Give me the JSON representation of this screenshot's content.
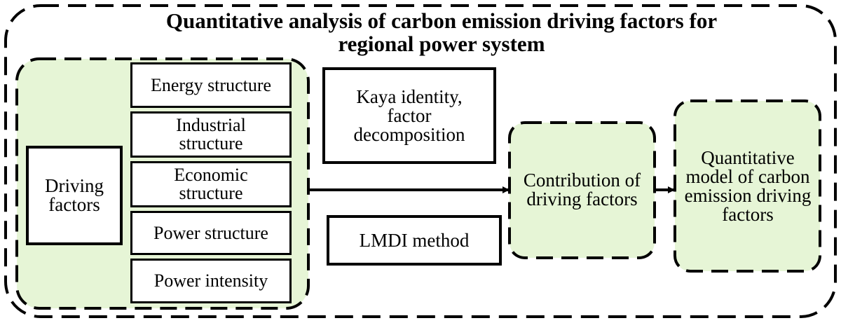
{
  "title": "Quantitative analysis of carbon emission driving factors for regional power system",
  "driving_factors": "Driving factors",
  "factors": [
    "Energy structure",
    "Industrial structure",
    "Economic structure",
    "Power structure",
    "Power intensity"
  ],
  "method_kaya": "Kaya identity, factor decomposition",
  "method_lmdi": "LMDI method",
  "contribution": "Contribution of driving factors",
  "model": "Quantitative model of carbon emission driving factors",
  "colors": {
    "panel_fill": "#e6f5d6",
    "stroke": "#000000",
    "background": "#ffffff"
  }
}
